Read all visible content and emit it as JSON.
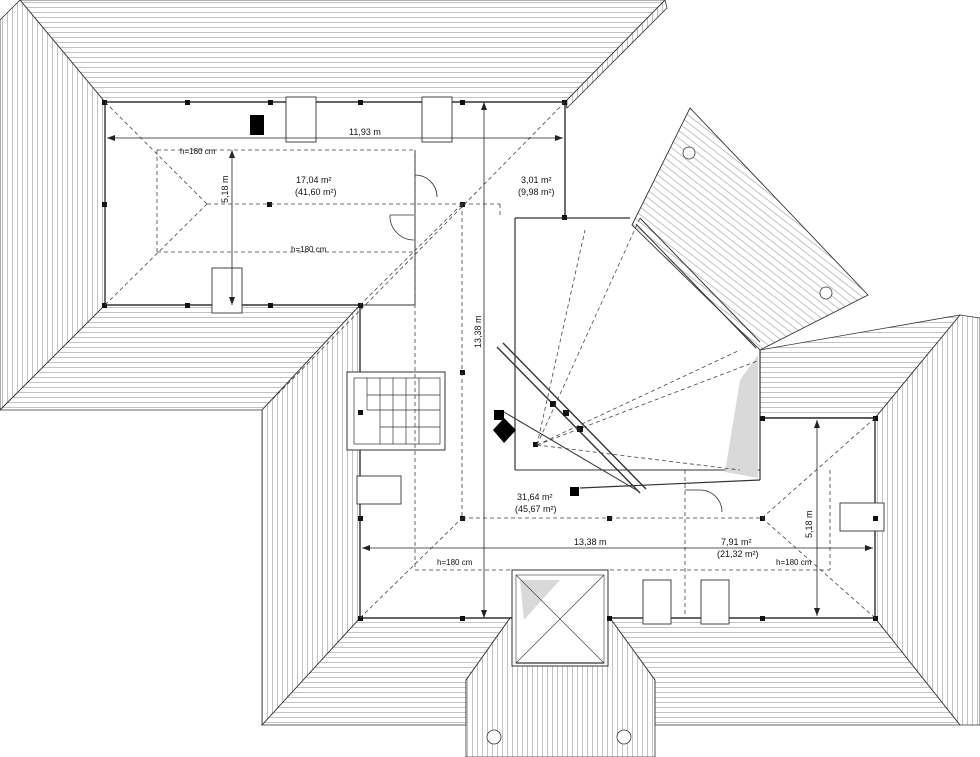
{
  "rooms": [
    {
      "area": "17,04 m²",
      "area_gross": "(41,60 m²)"
    },
    {
      "area": "3,01 m²",
      "area_gross": "(9,98 m²)"
    },
    {
      "area": "31,64 m²",
      "area_gross": "(45,67 m²)"
    },
    {
      "area": "7,91 m²",
      "area_gross": "(21,32 m²)"
    }
  ],
  "dimensions": {
    "top_width": "11,93 m",
    "top_depth": "5,18 m",
    "center_length": "13,38 m",
    "bottom_width": "13,38 m",
    "right_depth": "5,18 m"
  },
  "height_notes": [
    "h=180 cm",
    "h=180 cm",
    "h=180 cm",
    "h=180 cm"
  ],
  "colors": {
    "line": "#333333",
    "hatch": "#9a9a9a",
    "dash": "#444444",
    "fill": "#000000",
    "glass": "#d9d9d9"
  }
}
